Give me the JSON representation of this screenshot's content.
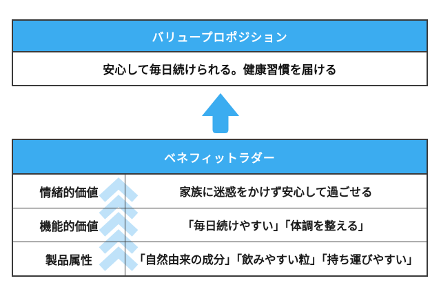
{
  "colors": {
    "primary_blue": "#3BACF0",
    "light_blue": "#BFE2F9",
    "border": "#3a3a3a",
    "text": "#1a1a1a",
    "header_text": "#ffffff",
    "background": "#ffffff"
  },
  "value_proposition": {
    "title": "バリュープロポジション",
    "statement": "安心して毎日続けられる。健康習慣を届ける"
  },
  "benefit_ladder": {
    "title": "ベネフィットラダー",
    "rows": [
      {
        "label": "情緒的価値",
        "value": "家族に迷惑をかけず安心して過ごせる"
      },
      {
        "label": "機能的価値",
        "value": "「毎日続けやすい」「体調を整える」"
      },
      {
        "label": "製品属性",
        "value": "「自然由来の成分」「飲みやすい粒」「持ち運びやすい」"
      }
    ]
  }
}
